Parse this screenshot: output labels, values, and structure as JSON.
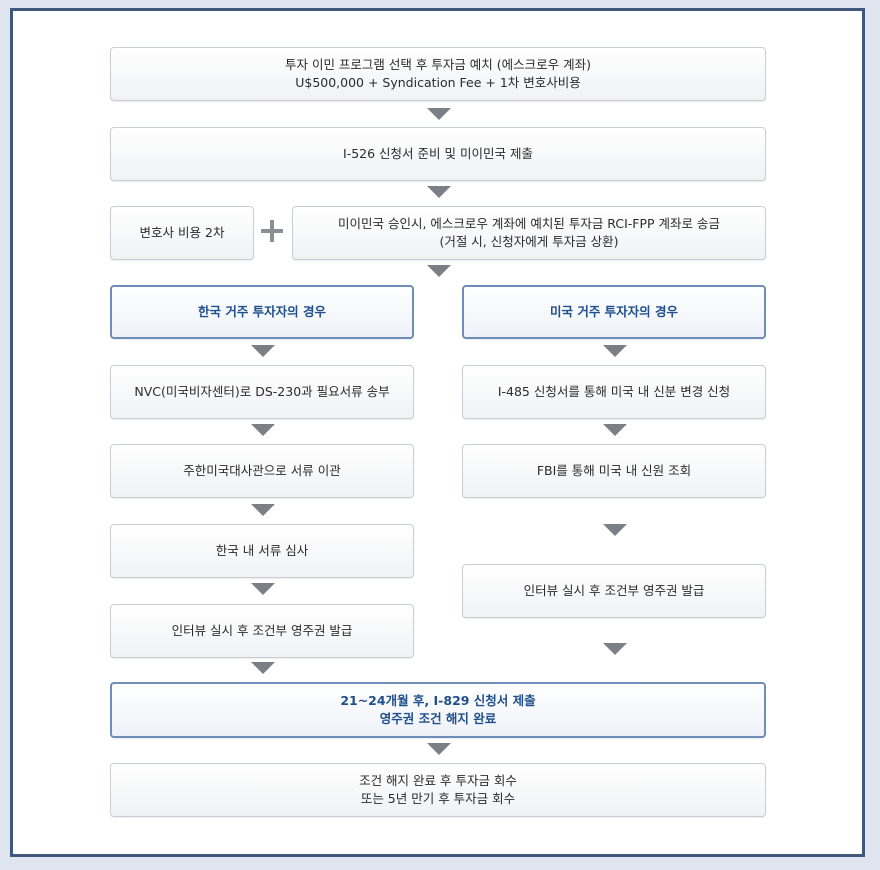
{
  "steps": {
    "step1": {
      "line1": "투자 이민 프로그램 선택 후 투자금 예치 (에스크로우 계좌)",
      "line2": "U$500,000 + Syndication Fee + 1차 변호사비용"
    },
    "step2": "I-526 신청서 준비 및 미이민국 제출",
    "lawyer_fee": "변호사 비용 2차",
    "step3": {
      "line1": "미이민국 승인시, 에스크로우 계좌에 예치된 투자금 RCI-FPP 계좌로 송금",
      "line2": "(거절 시, 신청자에게 투자금 상환)"
    }
  },
  "korea_branch": {
    "title": "한국 거주 투자자의 경우",
    "steps": [
      "NVC(미국비자센터)로 DS-230과 필요서류 송부",
      "주한미국대사관으로 서류 이관",
      "한국 내 서류 심사",
      "인터뷰 실시 후 조건부 영주권 발급"
    ]
  },
  "us_branch": {
    "title": "미국 거주 투자자의 경우",
    "steps": [
      "I-485 신청서를 통해 미국 내 신분 변경 신청",
      "FBI를 통해 미국 내 신원 조회",
      "인터뷰 실시 후 조건부 영주권 발급"
    ]
  },
  "final": {
    "remove": {
      "line1": "21~24개월 후, I-829 신청서 제출",
      "line2": "영주권 조건 해지 완료"
    },
    "return": {
      "line1": "조건 해지 완료 후 투자금 회수",
      "line2": "또는 5년 만기 후 투자금 회수"
    }
  },
  "colors": {
    "frame": "#3f587c",
    "highlight_border": "#6e8db8",
    "highlight_text": "#1f4f8c",
    "arrow": "#7b7f86"
  }
}
